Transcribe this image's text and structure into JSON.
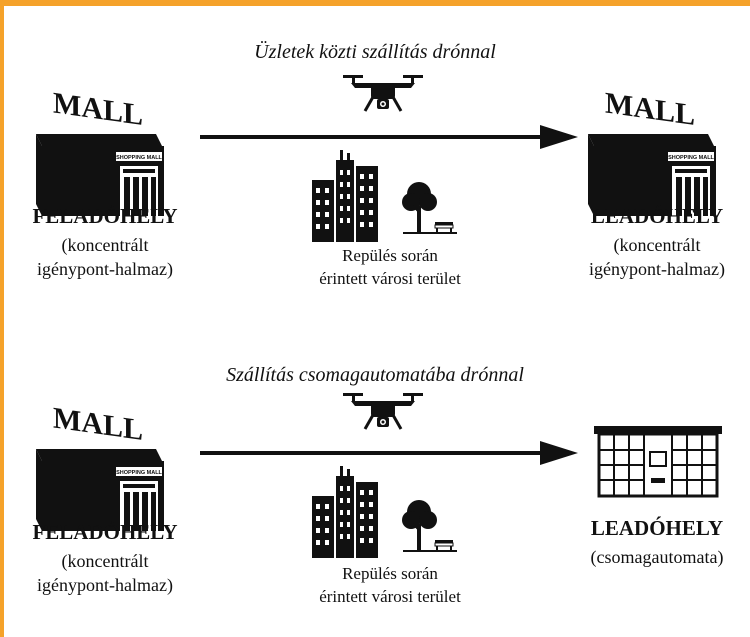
{
  "top": {
    "title": "Üzletek közti szállítás drónnal",
    "origin_label": "FELADÓHELY",
    "origin_sub1": "(koncentrált",
    "origin_sub2": "igénypont-halmaz)",
    "dest_label": "LEADÓHELY",
    "dest_sub1": "(koncentrált",
    "dest_sub2": "igénypont-halmaz)",
    "middle1": "Repülés során",
    "middle2": "érintett városi terület"
  },
  "bottom": {
    "title": "Szállítás csomagautomatába drónnal",
    "origin_label": "FELADÓHELY",
    "origin_sub1": "(koncentrált",
    "origin_sub2": "igénypont-halmaz)",
    "dest_label": "LEADÓHELY",
    "dest_sub1": "(csomagautomata)",
    "middle1": "Repülés során",
    "middle2": "érintett városi terület"
  },
  "icons": {
    "mall_sign": "MALL",
    "mall_shop": "SHOPPING MALL"
  },
  "colors": {
    "border": "#f5a22a",
    "ink": "#111111"
  }
}
